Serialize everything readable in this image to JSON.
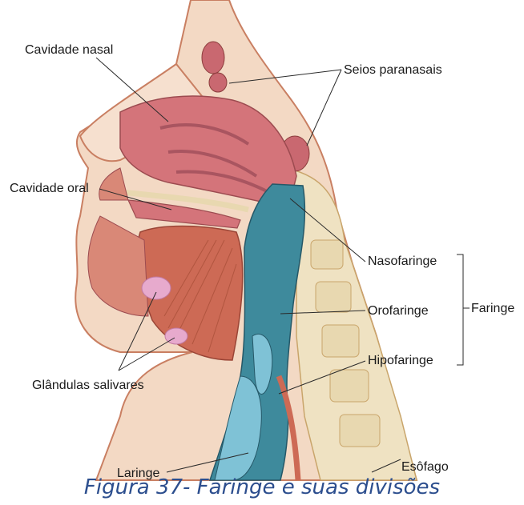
{
  "labels": {
    "cavidade_nasal": "Cavidade nasal",
    "seios_paranasais": "Seios paranasais",
    "cavidade_oral": "Cavidade oral",
    "nasofaringe": "Nasofaringe",
    "orofaringe": "Orofaringe",
    "faringe": "Faringe",
    "hipofaringe": "Hipofaringe",
    "glandulas_salivares": "Glândulas salivares",
    "laringe": "Laringe",
    "esofago": "Esôfago"
  },
  "caption": "Figura 37- Faringe e suas divisões",
  "colors": {
    "skin": "#f3d9c4",
    "bone": "#efe2c2",
    "soft_tissue": "#d4747a",
    "pharynx": "#3e8a9c",
    "muscle": "#cd6a55",
    "gland": "#e7aacd",
    "caption": "#2c4e8e"
  }
}
